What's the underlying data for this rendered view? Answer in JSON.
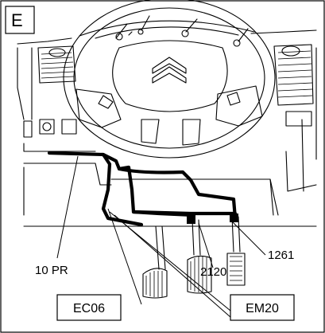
{
  "view_letter": "E",
  "labels": {
    "wire_10pr": "10 PR",
    "ref_2120": "2120",
    "ref_1261": "1261"
  },
  "boxed_labels": {
    "ec06": "EC06",
    "em20": "EM20"
  },
  "colors": {
    "line": "#000000",
    "background": "#ffffff"
  }
}
